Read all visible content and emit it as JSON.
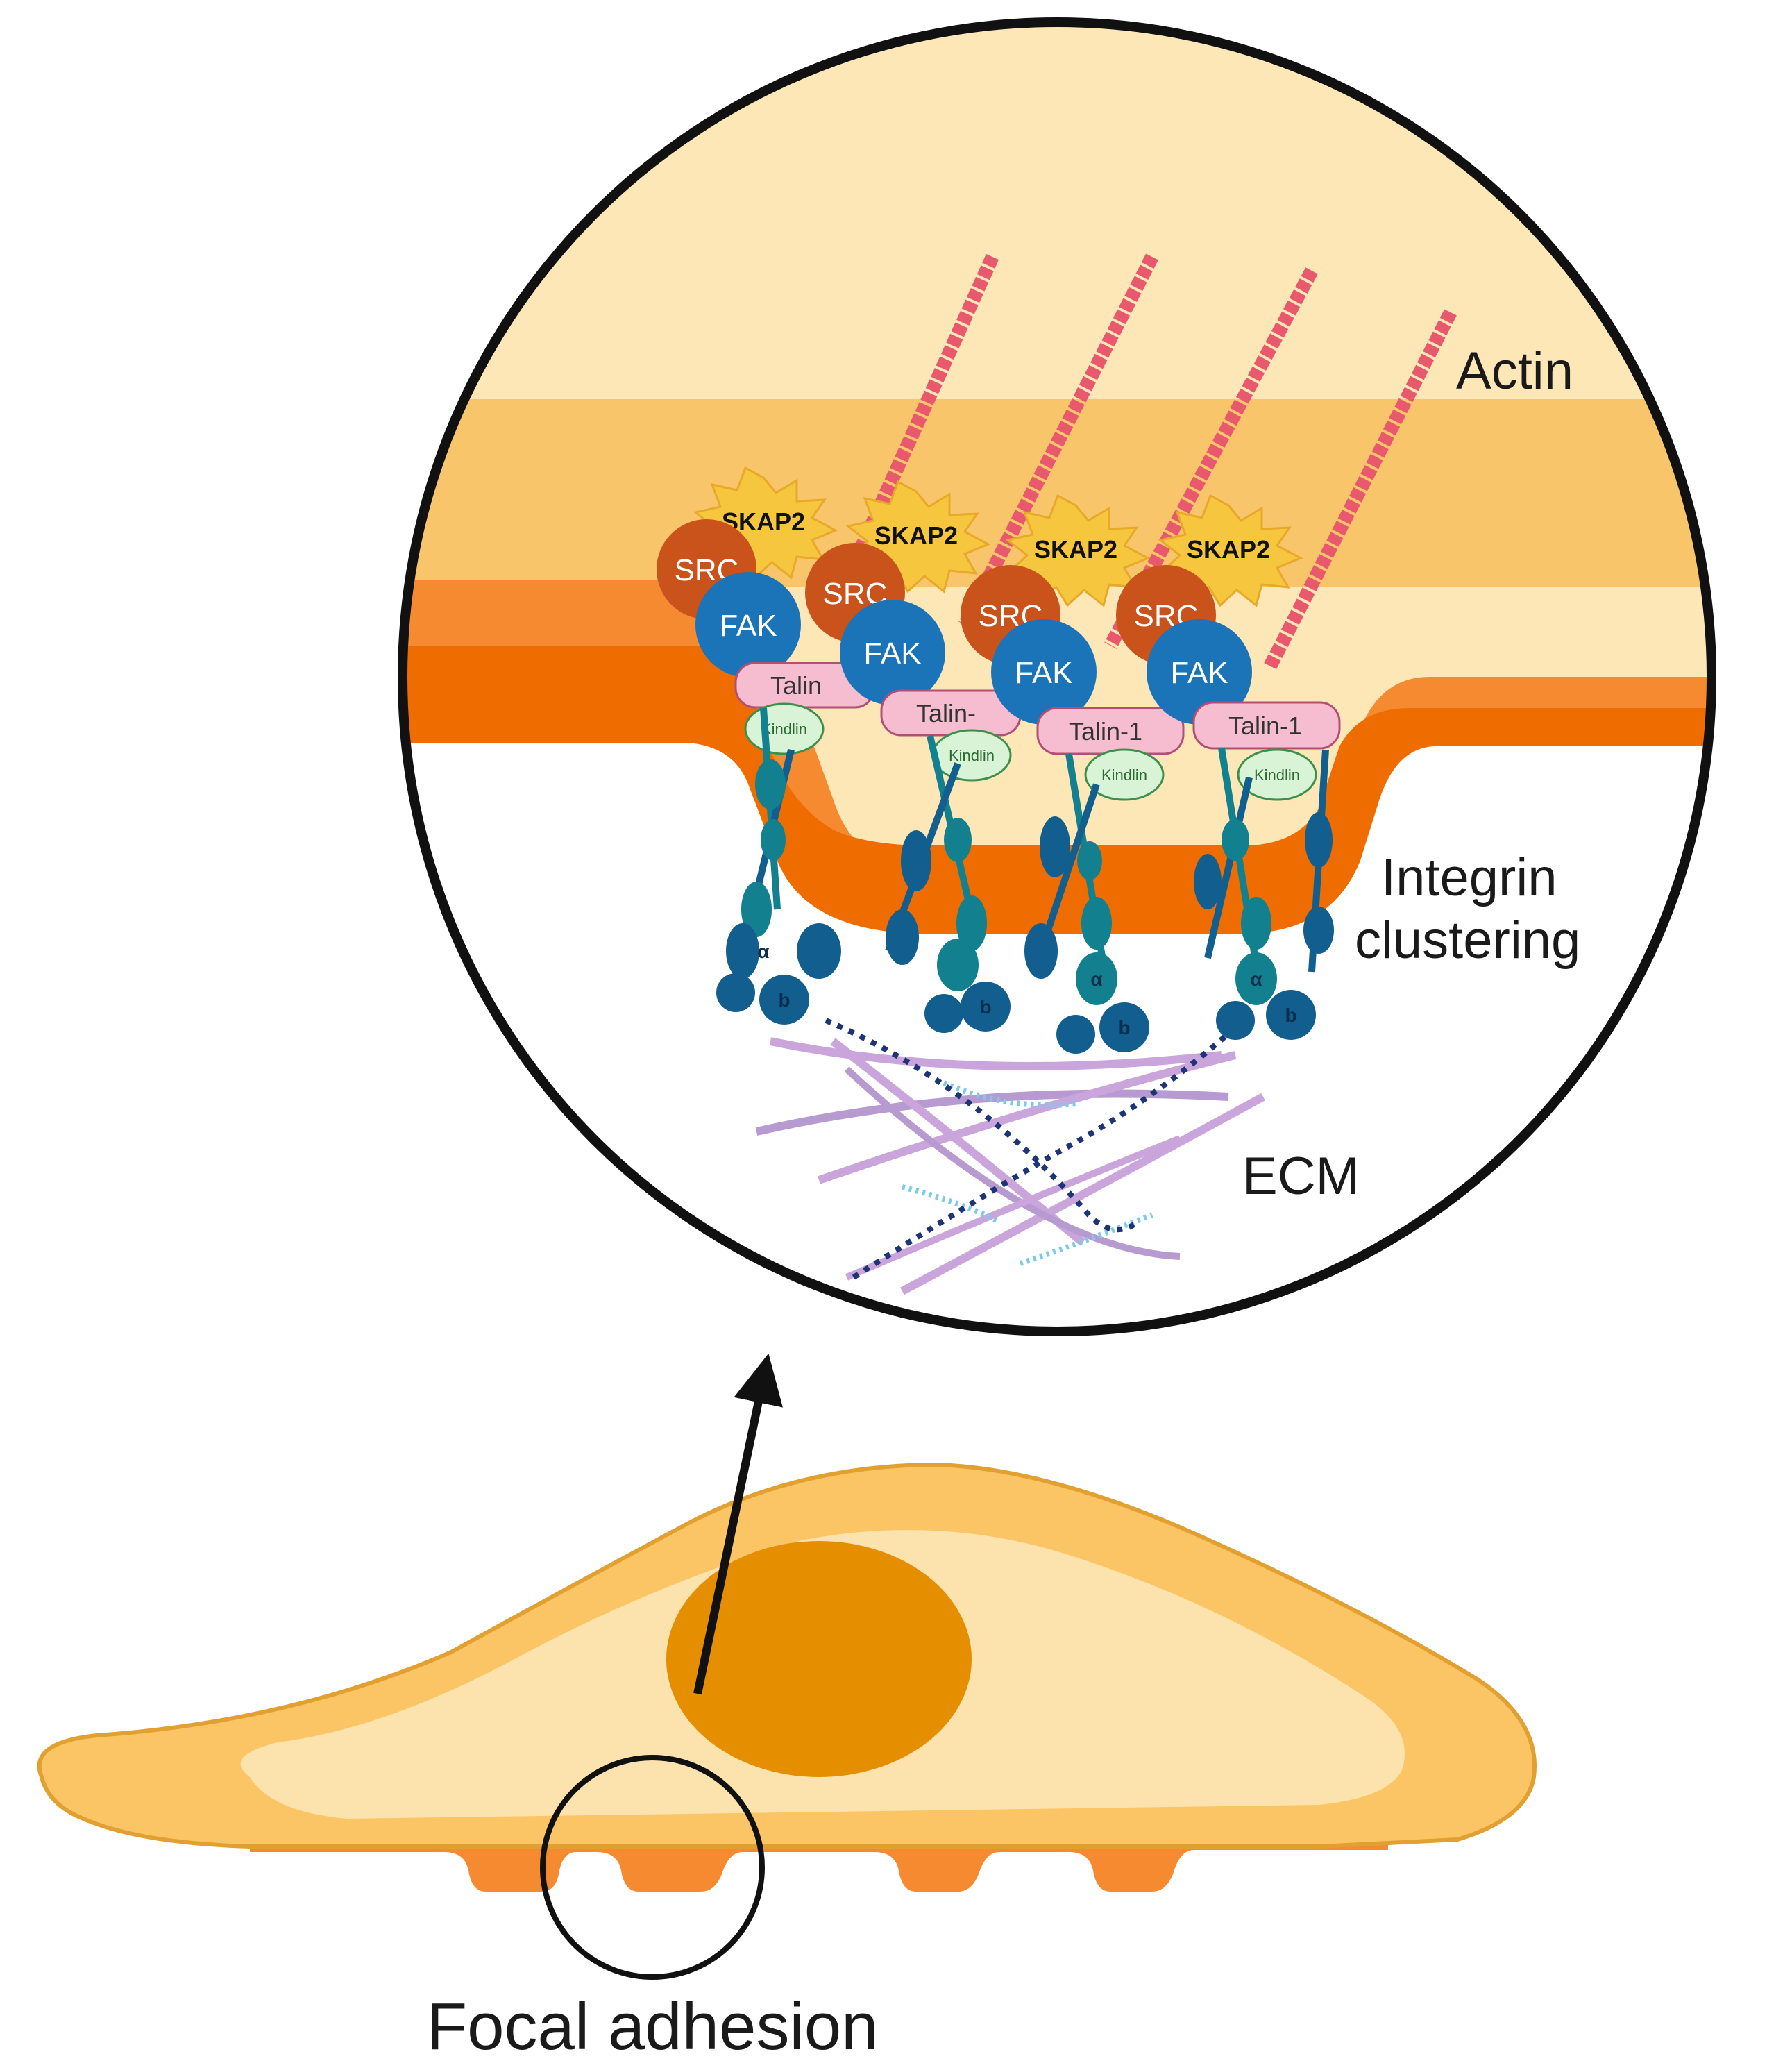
{
  "labels": {
    "actin": "Actin",
    "integrin_line1": "Integrin",
    "integrin_line2": "clustering",
    "ecm": "ECM",
    "focal_adhesion": "Focal adhesion"
  },
  "complexes": [
    {
      "skap": "SKAP2",
      "src": "SRC",
      "fak": "FAK",
      "talin": "Talin",
      "kindlin": "Kindlin",
      "alpha": "α",
      "beta": "b"
    },
    {
      "skap": "SKAP2",
      "src": "SRC",
      "fak": "FAK",
      "talin": "Talin-",
      "kindlin": "Kindlin",
      "alpha": "α",
      "beta": "b"
    },
    {
      "skap": "SKAP2",
      "src": "SRC",
      "fak": "FAK",
      "talin": "Talin-1",
      "kindlin": "Kindlin",
      "alpha": "α",
      "beta": "b"
    },
    {
      "skap": "SKAP2",
      "src": "SRC",
      "fak": "FAK",
      "talin": "Talin-1",
      "kindlin": "Kindlin",
      "alpha": "α",
      "beta": "b"
    }
  ],
  "colors": {
    "cytoplasm_light": "#fce5b6",
    "cortex_band": "#f9c56a",
    "membrane_outer": "#f58a31",
    "membrane_inner": "#ef6c00",
    "actin_filament": "#e9596d",
    "skap2": "#f5c63e",
    "src": "#c9531b",
    "fak": "#1b73b8",
    "talin": "#f6bdd0",
    "kindlin": "#d8f3d6",
    "integrin_alpha": "#12808f",
    "integrin_beta": "#125e8f",
    "cell_body": "#fbc565",
    "cell_inner": "#fce2ad",
    "nucleus": "#e58e00"
  },
  "icons": [
    "magnifier-circle",
    "arrow-up-icon",
    "focal-adhesion-circle"
  ]
}
